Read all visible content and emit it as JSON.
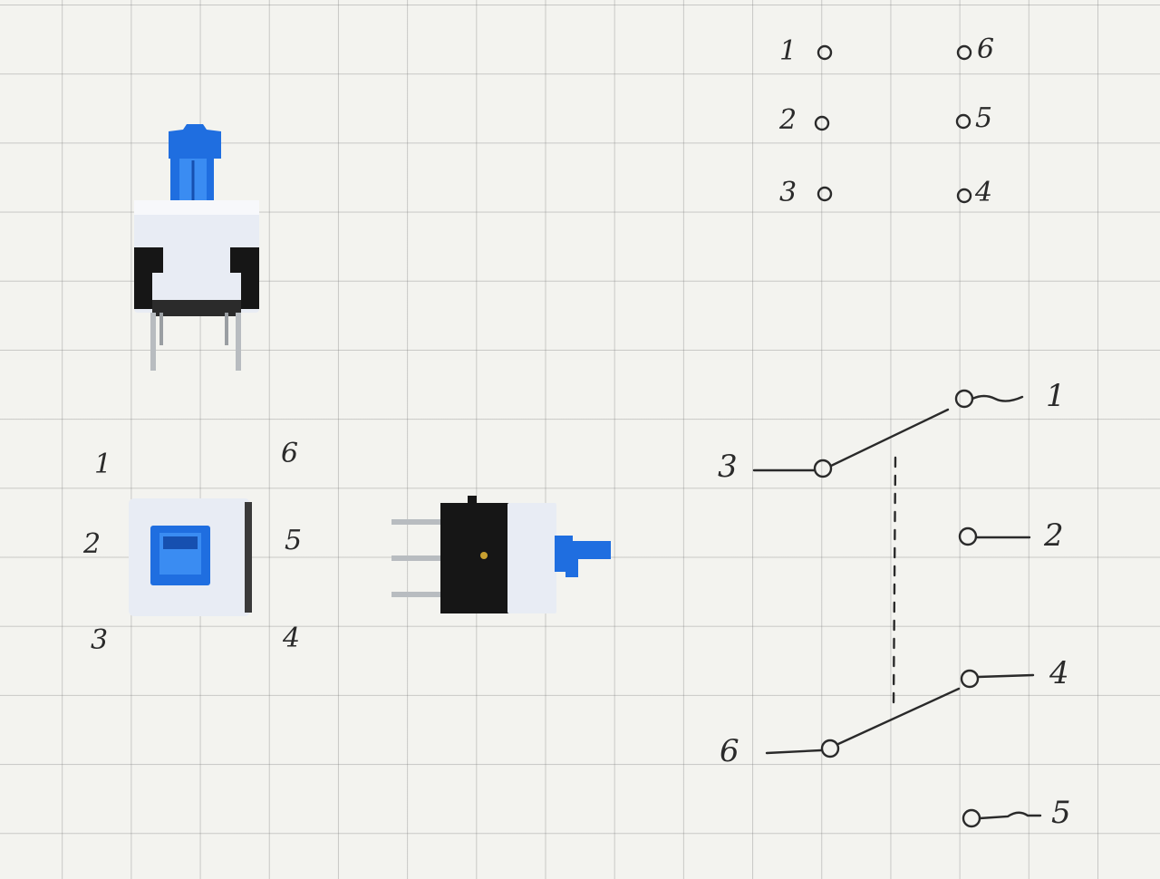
{
  "pin_labels_photo": {
    "p1": "1",
    "p2": "2",
    "p3": "3",
    "p4": "4",
    "p5": "5",
    "p6": "6"
  },
  "pinout_grid": {
    "rows": [
      {
        "left": "1",
        "right": "6"
      },
      {
        "left": "2",
        "right": "5"
      },
      {
        "left": "3",
        "right": "4"
      }
    ]
  },
  "schematic": {
    "common_top": "3",
    "throw_top_a": "1",
    "throw_top_b": "2",
    "common_bottom": "6",
    "throw_bottom_a": "4",
    "throw_bottom_b": "5"
  },
  "colors": {
    "switch_body": "#e8ecf4",
    "switch_actuator": "#1f6ee0",
    "switch_base": "#161616",
    "ink": "#2a2a2a",
    "grid_line": "#8a8a8a"
  }
}
